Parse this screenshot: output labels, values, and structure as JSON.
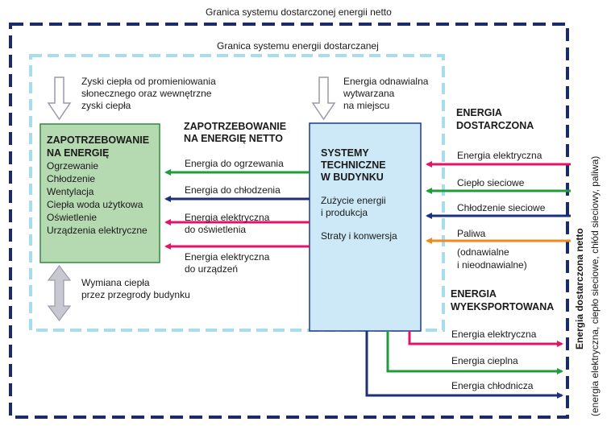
{
  "outer_boundary_label": "Granica systemu dostarczonej energii netto",
  "inner_boundary_label": "Granica systemu energii dostarczanej",
  "solar_gains": [
    "Zyski ciepła od promieniowania",
    "słonecznego oraz wewnętrzne",
    "zyski ciepła"
  ],
  "renewable_onsite": [
    "Energia odnawialna",
    "wytwarzana",
    "na miejscu"
  ],
  "demand_box": {
    "title": [
      "ZAPOTRZEBOWANIE",
      "NA ENERGIĘ"
    ],
    "items": [
      "Ogrzewanie",
      "Chłodzenie",
      "Wentylacja",
      "Ciepła woda użytkowa",
      "Oświetlenie",
      "Urządzenia elektryczne"
    ]
  },
  "net_demand_title": [
    "ZAPOTRZEBOWANIE",
    "NA ENERGIĘ NETTO"
  ],
  "internal_flows": {
    "heating": "Energia do ogrzewania",
    "cooling": "Energia do chłodzenia",
    "lighting": [
      "Energia elektryczna",
      "do oświetlenia"
    ],
    "appliances": [
      "Energia elektryczna",
      "do urządzeń"
    ]
  },
  "systems_box": {
    "title": [
      "SYSTEMY",
      "TECHNICZNE",
      "W BUDYNKU"
    ],
    "line1": [
      "Zużycie energii",
      "i produkcja"
    ],
    "line2": "Straty i konwersja"
  },
  "exchange": [
    "Wymiana ciepła",
    "przez przegrody budynku"
  ],
  "delivered": {
    "title": [
      "ENERGIA",
      "DOSTARCZONA"
    ],
    "electric": "Energia elektryczna",
    "district_heat": "Ciepło sieciowe",
    "district_cooling": "Chłodzenie sieciowe",
    "fuels": "Paliwa",
    "fuels_note": [
      "(odnawialne",
      "i nieodnawialne)"
    ]
  },
  "exported": {
    "title": [
      "ENERGIA",
      "WYEKSPORTOWANA"
    ],
    "electric": "Energia elektryczna",
    "heat": "Energia cieplna",
    "cooling": "Energia chłodnicza"
  },
  "side_label_bold": "Energia dostarczona netto",
  "side_label_note": "(energia elektryczna, ciepło sieciowe, chłód sieciowy, paliwa)",
  "colors": {
    "outer_border": "#1b2a6b",
    "inner_border": "#a8dcef",
    "demand_fill": "#b5d9b0",
    "demand_stroke": "#2e8b3d",
    "systems_fill": "#cde8f7",
    "systems_stroke": "#1b3a8c",
    "electric": "#e0156a",
    "heat": "#1f9d3a",
    "cooling": "#1c2f7d",
    "fuel": "#f08a1c",
    "arrow_grey": "#c8c8d2"
  }
}
